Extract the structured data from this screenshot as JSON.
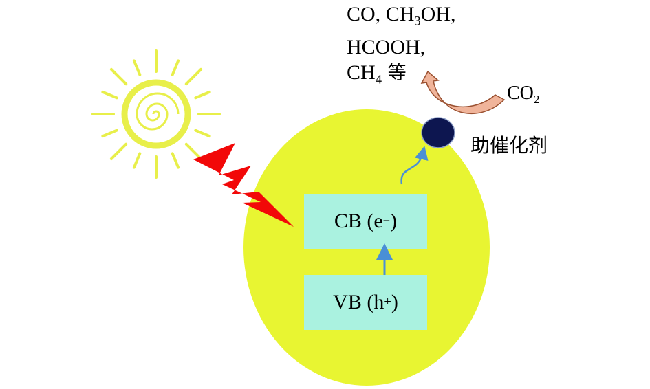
{
  "products": {
    "line1": {
      "co": "CO, ",
      "ch": "CH",
      "sub3": "3",
      "oh": "OH,"
    },
    "line2": {
      "text": "HCOOH,"
    },
    "line3": {
      "ch": "CH",
      "sub4": "4",
      "suffix": " 等"
    }
  },
  "co2": {
    "base": "CO",
    "sub": "2"
  },
  "cocatalyst": {
    "label": "助催化剂"
  },
  "cb": {
    "text": "CB (e",
    "sup": "−",
    "close": ")"
  },
  "vb": {
    "text": "VB (h",
    "sup": "+",
    "close": ")"
  },
  "colors": {
    "particle": "#e8f532",
    "band_box": "#aaf2e0",
    "sun": "#e8ef4a",
    "lightning": "#f20808",
    "cocatalyst_dot": "#0d1650",
    "arrow_blue": "#4a8fd6",
    "reaction_arrow": "#f0b49a"
  }
}
